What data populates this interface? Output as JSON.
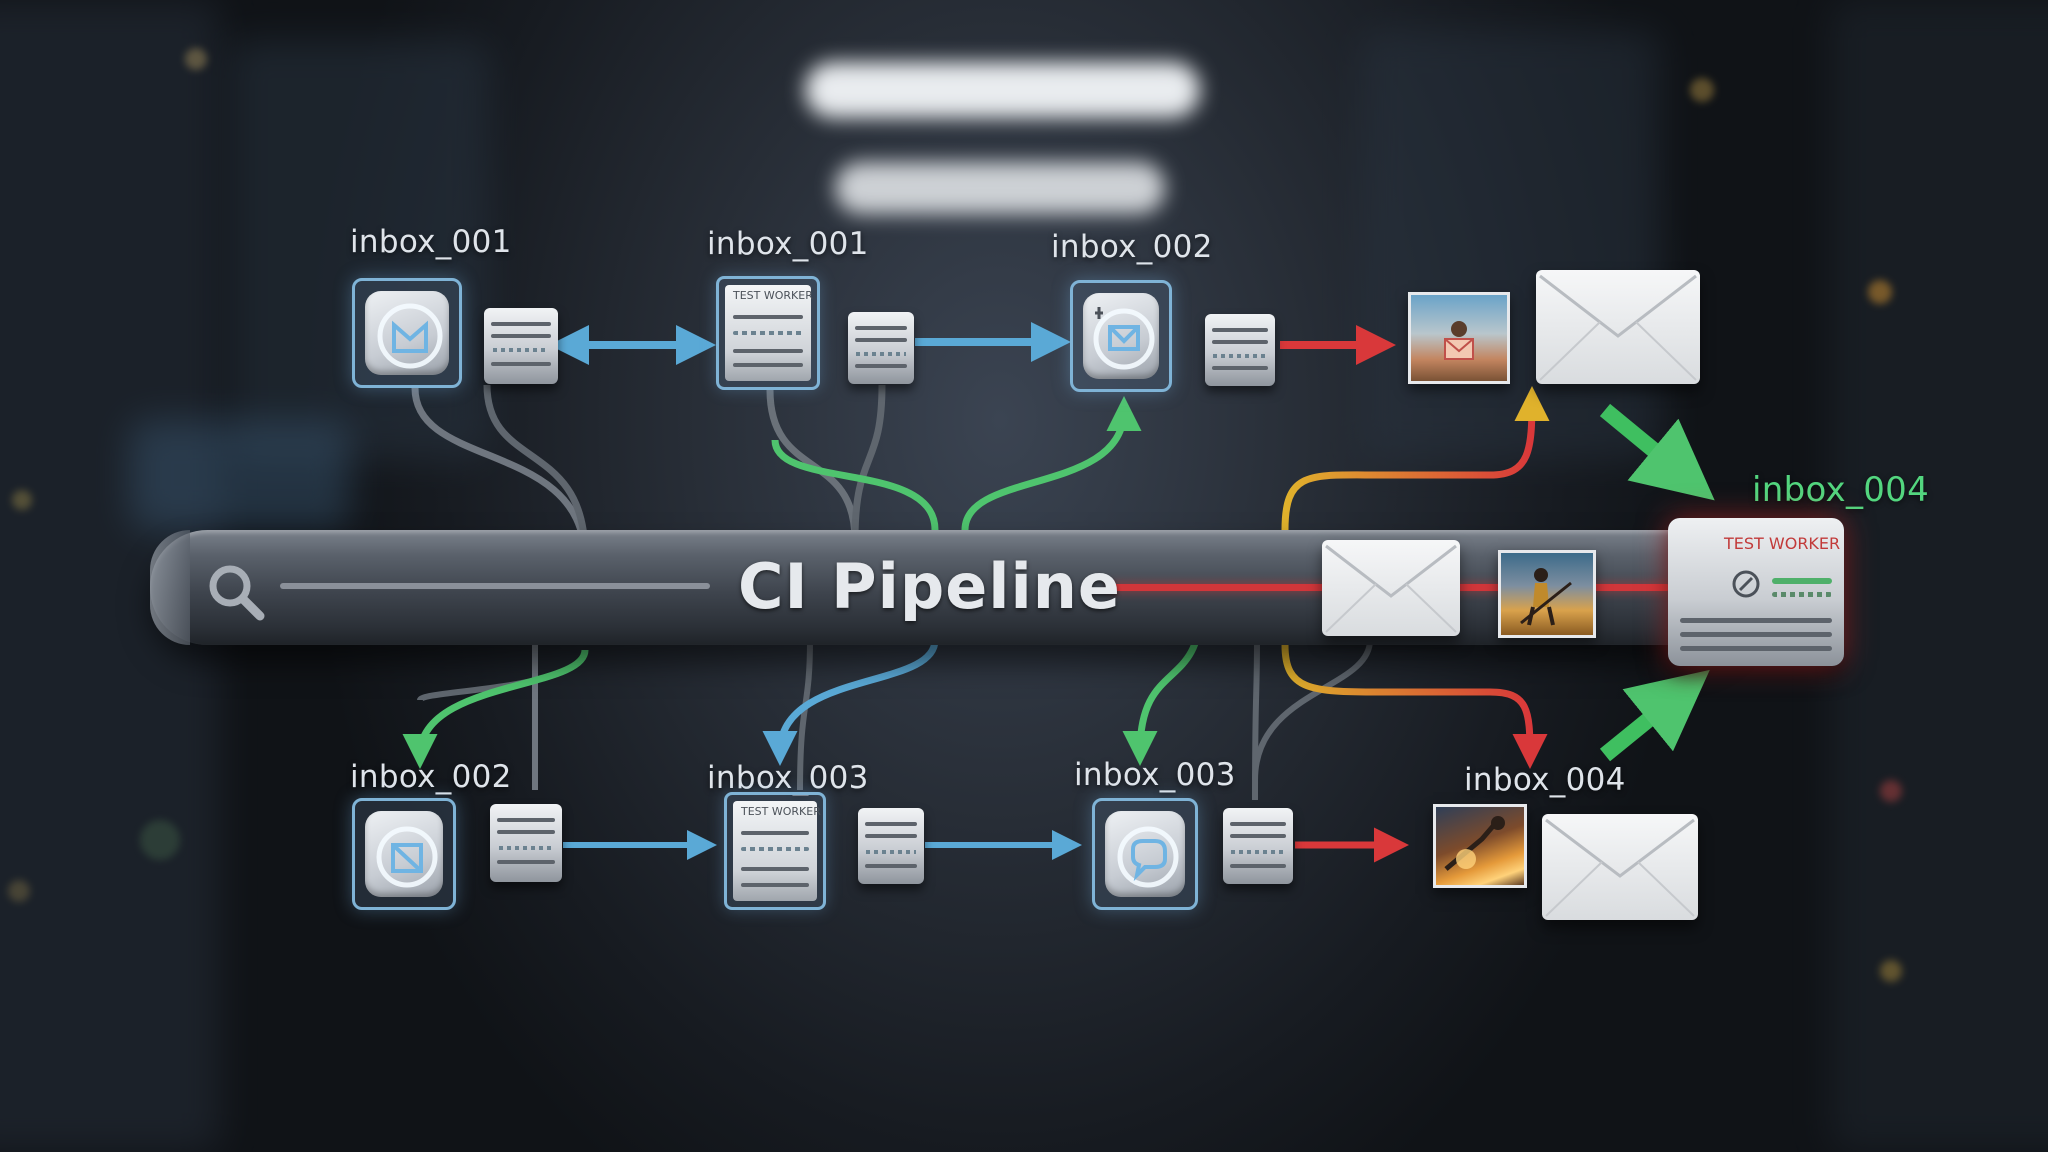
{
  "diagram": {
    "title": "CI Pipeline",
    "colors": {
      "blue": "#5aa9d6",
      "green": "#4fc46e",
      "red": "#d9383a",
      "yellow": "#e0b22c",
      "gray": "#7b828b",
      "label_green": "#53d67f"
    },
    "nodes": {
      "top_1": {
        "label": "inbox_001",
        "icon": "mail-app-icon"
      },
      "top_2": {
        "label": "inbox_001",
        "worker_tag": "TEST WORKER"
      },
      "top_3": {
        "label": "inbox_002",
        "icon": "mail-app-icon"
      },
      "bottom_1": {
        "label": "inbox_002",
        "icon": "mail-app-icon"
      },
      "bottom_2": {
        "label": "inbox_003",
        "worker_tag": "TEST WORKER"
      },
      "bottom_3": {
        "label": "inbox_003",
        "icon": "chat-app-icon"
      },
      "bottom_4": {
        "label": "inbox_004"
      },
      "main_worker": {
        "label": "inbox_004",
        "worker_tag": "TEST WORKER"
      }
    }
  }
}
